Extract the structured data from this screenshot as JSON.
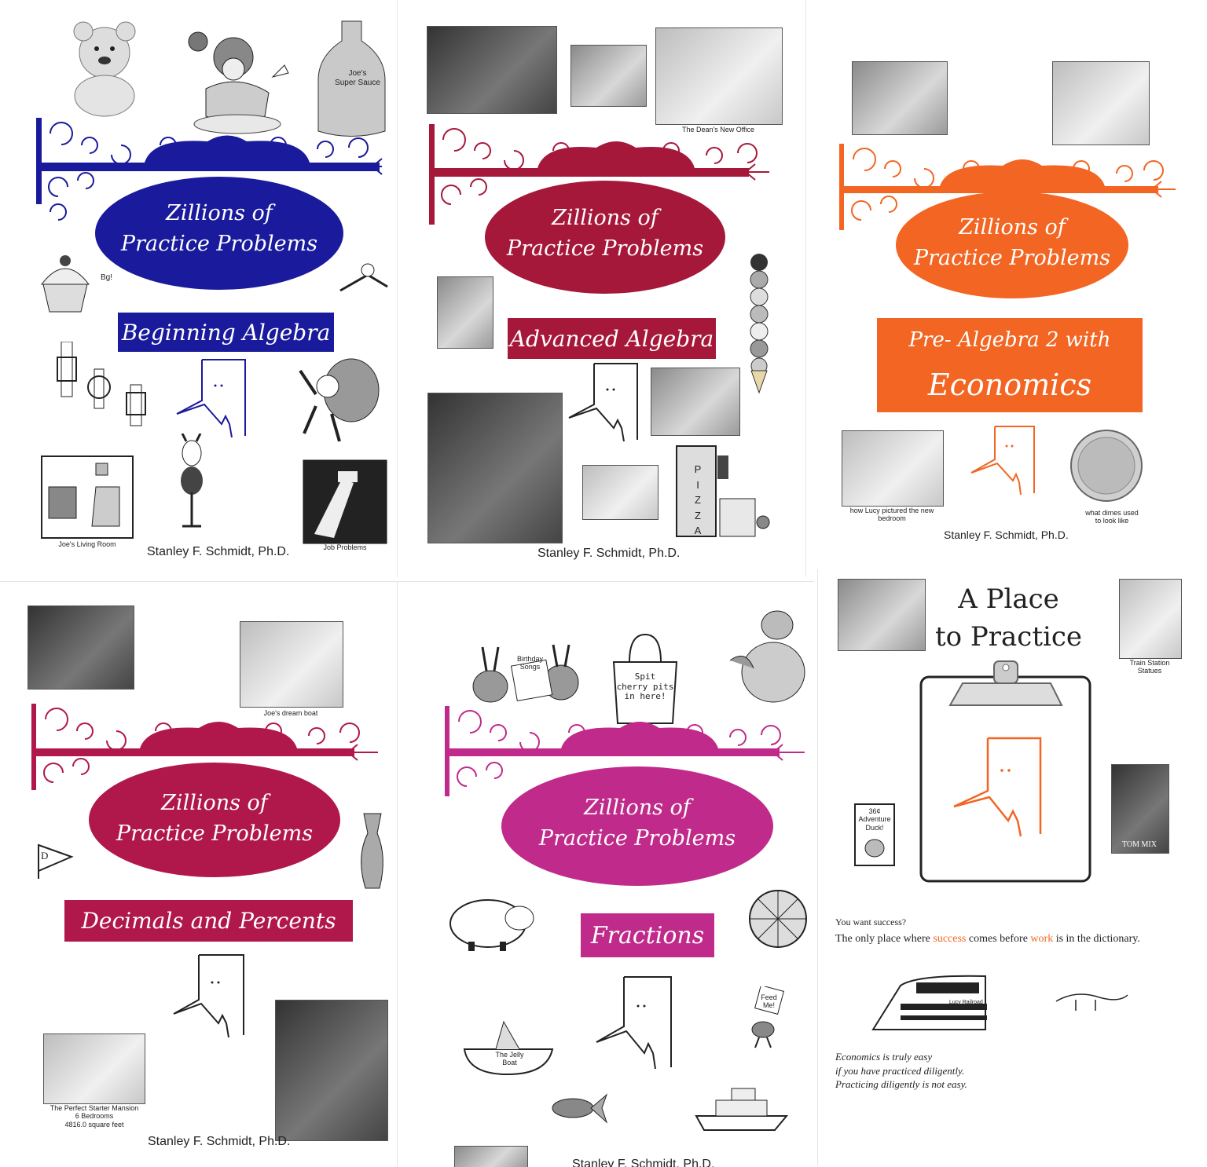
{
  "covers": [
    {
      "color": "#1a1a9c",
      "sign_title": [
        "Zillions of",
        "Practice Problems"
      ],
      "subtitle": "Beginning Algebra",
      "captions": {
        "bottle": "Joe's\nSuper Sauce",
        "living_room": "Joe's Living Room",
        "job": "Job Problems",
        "bang": "Bg!"
      },
      "author": "Stanley F. Schmidt, Ph.D."
    },
    {
      "color": "#a6183a",
      "sign_title": [
        "Zillions of",
        "Practice Problems"
      ],
      "subtitle": "Advanced Algebra",
      "captions": {
        "office": "The Dean's New Office",
        "pizza": "PIZZA"
      },
      "author": "Stanley F. Schmidt, Ph.D."
    },
    {
      "color": "#f26522",
      "sign_title": [
        "Zillions of",
        "Practice Problems"
      ],
      "subtitle": [
        "Pre- Algebra 2 with",
        "Economics"
      ],
      "captions": {
        "bedroom": "how Lucy pictured the new\nbedroom",
        "dimes": "what dimes used\nto look like"
      },
      "author": "Stanley F. Schmidt, Ph.D."
    },
    {
      "color": "#b0174a",
      "sign_title": [
        "Zillions of",
        "Practice Problems"
      ],
      "subtitle": "Decimals and Percents",
      "captions": {
        "boat": "Joe's dream boat",
        "mansion": "The Perfect Starter Mansion\n6 Bedrooms\n4816.0 square feet",
        "pennant": "D"
      },
      "author": "Stanley F. Schmidt, Ph.D."
    },
    {
      "color": "#c02a8a",
      "sign_title": [
        "Zillions of",
        "Practice Problems"
      ],
      "subtitle": "Fractions",
      "captions": {
        "songs": "Birthday\nSongs",
        "bag": "Spit\ncherry pits\nin here!",
        "bird": "Feed\nMe!",
        "tub": "The Jelly Boat"
      },
      "author": "Stanley F. Schmidt, Ph.D."
    },
    {
      "color": "#f26522",
      "title": [
        "A Place",
        "to Practice"
      ],
      "captions": {
        "statues": "Train Station\nStatues",
        "duck": "36¢\nAdventure\nDuck!",
        "tom_mix": "TOM MIX",
        "railroad": "Lucy Railroad"
      },
      "quote_lead": "You want success?",
      "quote_parts": [
        "The only place where ",
        "success",
        " comes before ",
        "work",
        " is in the dictionary."
      ],
      "footer": [
        "Economics is truly easy",
        "if you have practiced diligently.",
        "Practicing diligently is not easy."
      ]
    }
  ]
}
